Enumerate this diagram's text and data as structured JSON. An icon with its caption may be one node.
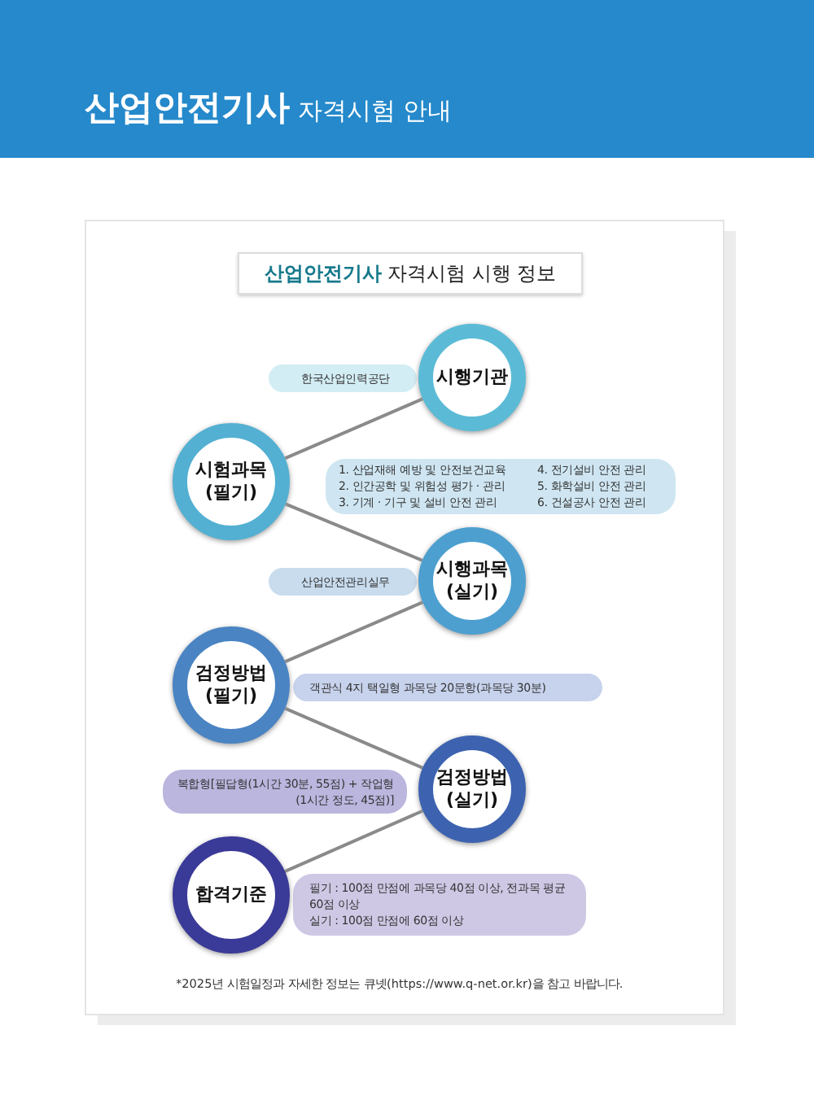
{
  "diagram": {
    "title": "**산업안전기사** 자격시험 안내",
    "nodes": [
      {
        "text": [
          "**산업안전기사** 자격시험 시행 정보"
        ]
      },
      {
        "text": [
          "한국산업인력공단"
        ]
      },
      {
        "text": [
          "시행기관"
        ]
      },
      {
        "text": [
          "시험과목 (필기)"
        ]
      },
      {
        "text": [
          "1. 산업재해 예방 및 안전보건교육",
          "2. 인간공학 및 위험성 평가 · 관리",
          "3. 기계 · 기구 및 설비 안전 관리",
          "4. 전기설비 안전 관리",
          "5. 화학설비 안전 관리",
          "6. 건설공사 안전 관리"
        ]
      },
      {
        "text": [
          "산업안전관리실무"
        ]
      },
      {
        "text": [
          "시행과목 (실기)"
        ]
      },
      {
        "text": [
          "검정방법 (필기)"
        ]
      },
      {
        "text": [
          "객관식 4지 택일형 과목당 20문항(과목당 30분)"
        ]
      },
      {
        "text": [
          "복합형[필답형(1시간 30분, 55점) + 작업형(1시간 정도, 45점)]"
        ]
      },
      {
        "text": [
          "검정방법 (실기)"
        ]
      },
      {
        "text": [
          "합격기준"
        ]
      },
      {
        "text": [
          "필기 : 100점 만점에 과목당 40점 이상, 전과목 평균 60점 이상",
          "실기 : 100점 만점에 60점 이상"
        ]
      }
    ],
    "edges": [
      {
        "from": 2,
        "to": 3,
        "arrow": "none"
      },
      {
        "from": 3,
        "to": 6,
        "arrow": "none"
      },
      {
        "from": 6,
        "to": 7,
        "arrow": "none"
      },
      {
        "from": 7,
        "to": 10,
        "arrow": "none"
      },
      {
        "from": 10,
        "to": 11,
        "arrow": "none"
      }
    ],
    "labels": [
      "*2025년 시험일정과 자세한 정보는 큐넷(https://www.q-net.or.kr)을 참고 바랍니다."
    ]
  }
}
